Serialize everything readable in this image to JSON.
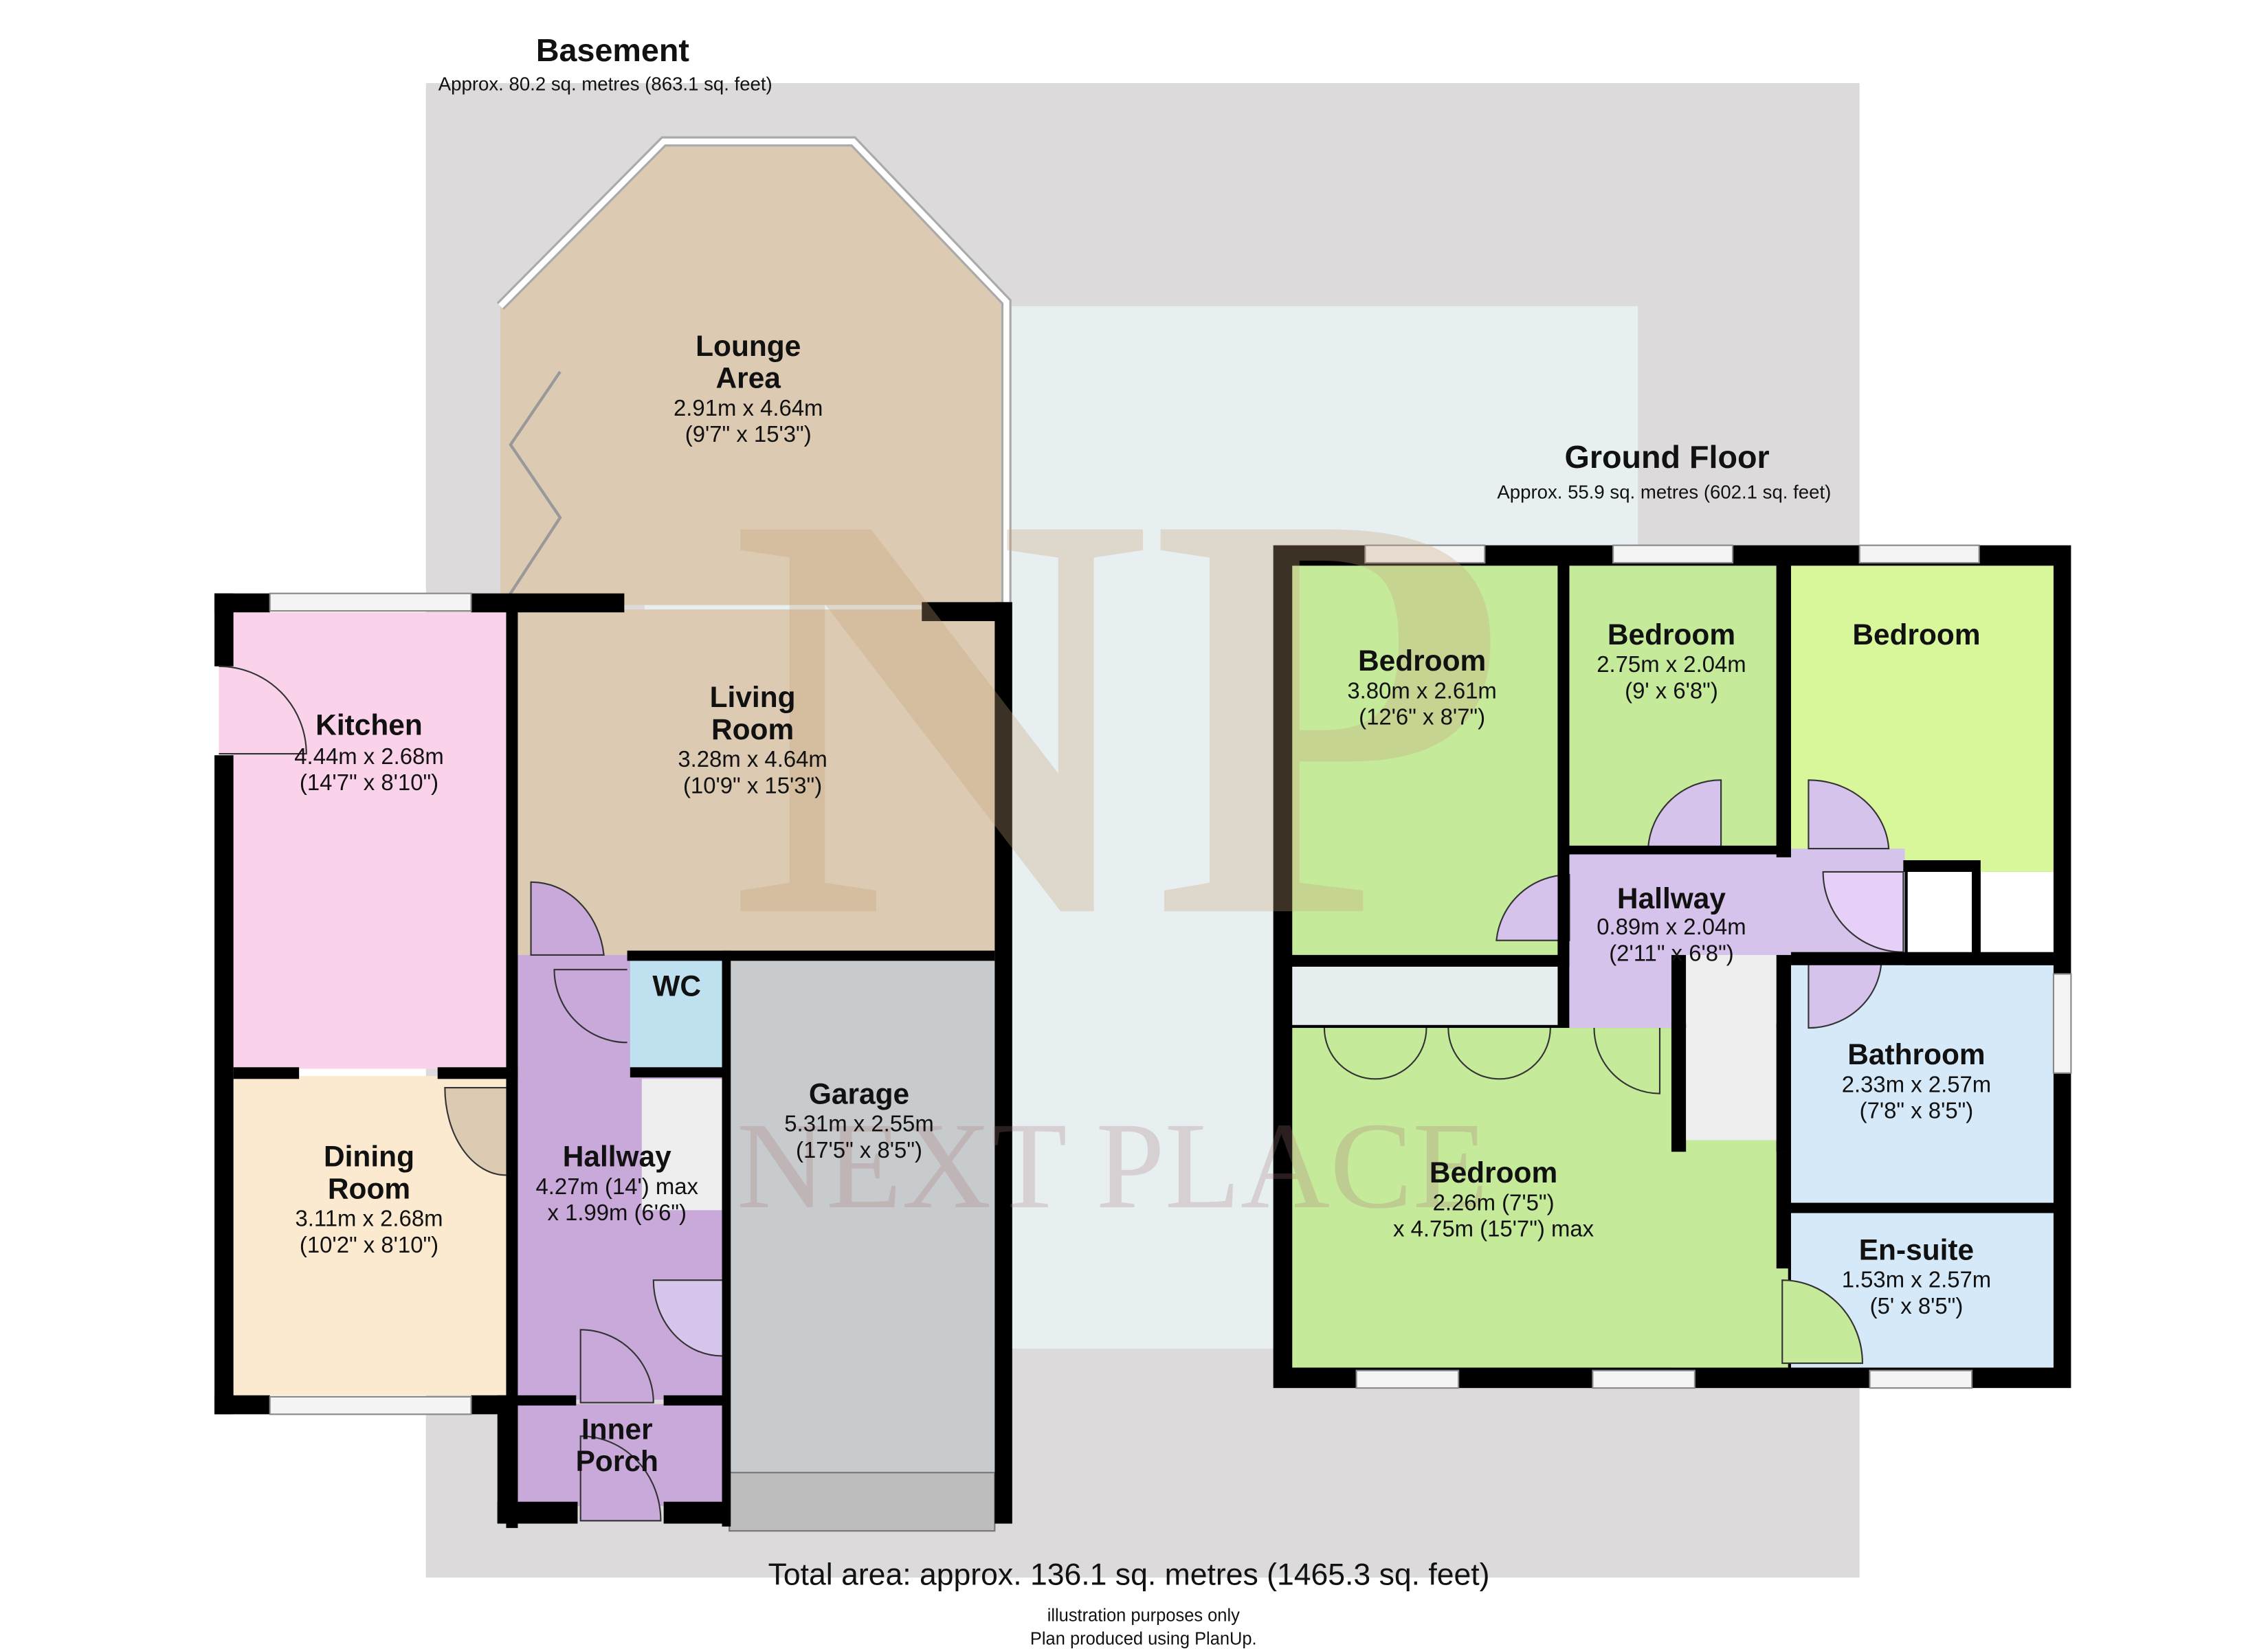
{
  "basement": {
    "title": "Basement",
    "area": "Approx. 80.2 sq. metres (863.1 sq. feet)",
    "rooms": {
      "lounge": {
        "name1": "Lounge",
        "name2": "Area",
        "dim1": "2.91m x 4.64m",
        "dim2": "(9'7\" x 15'3\")"
      },
      "living": {
        "name1": "Living",
        "name2": "Room",
        "dim1": "3.28m x 4.64m",
        "dim2": "(10'9\" x 15'3\")"
      },
      "kitchen": {
        "name1": "Kitchen",
        "dim1": "4.44m x 2.68m",
        "dim2": "(14'7\" x 8'10\")"
      },
      "dining": {
        "name1": "Dining",
        "name2": "Room",
        "dim1": "3.11m x 2.68m",
        "dim2": "(10'2\" x 8'10\")"
      },
      "hallway": {
        "name1": "Hallway",
        "dim1": "4.27m (14') max",
        "dim2": "x 1.99m (6'6\")"
      },
      "wc": {
        "name1": "WC"
      },
      "garage": {
        "name1": "Garage",
        "dim1": "5.31m x 2.55m",
        "dim2": "(17'5\" x 8'5\")"
      },
      "porch": {
        "name1": "Inner",
        "name2": "Porch"
      }
    }
  },
  "ground": {
    "title": "Ground Floor",
    "area": "Approx. 55.9 sq. metres (602.1 sq. feet)",
    "rooms": {
      "bed1": {
        "name1": "Bedroom",
        "dim1": "3.80m x 2.61m",
        "dim2": "(12'6\" x 8'7\")"
      },
      "bed2": {
        "name1": "Bedroom",
        "dim1": "2.75m x 2.04m",
        "dim2": "(9' x 6'8\")"
      },
      "bed3": {
        "name1": "Bedroom"
      },
      "hallway": {
        "name1": "Hallway",
        "dim1": "0.89m x 2.04m",
        "dim2": "(2'11\" x 6'8\")"
      },
      "bathroom": {
        "name1": "Bathroom",
        "dim1": "2.33m x 2.57m",
        "dim2": "(7'8\" x 8'5\")"
      },
      "bed4": {
        "name1": "Bedroom",
        "dim1": "2.26m (7'5\")",
        "dim2": "x 4.75m (15'7\") max"
      },
      "ensuite": {
        "name1": "En-suite",
        "dim1": "1.53m x 2.57m",
        "dim2": "(5' x 8'5\")"
      }
    }
  },
  "footer": {
    "total": "Total area: approx. 136.1 sq. metres (1465.3 sq. feet)",
    "note1": "illustration purposes only",
    "note2": "Plan produced using PlanUp."
  },
  "watermark": {
    "logo": "NP",
    "text": "NEXT PLACE"
  },
  "colors": {
    "lounge": "#dccbb2",
    "kitchen": "#fad3ea",
    "dining": "#fbeacf",
    "hall": "#c8a9d9",
    "wc": "#bfe0ee",
    "garage": "#c7cbcd",
    "bed": "#c5ea9a",
    "bed3": "#d8f79a",
    "ghall": "#d6c3ec",
    "bath": "#d6e9f8",
    "wall": "#000000"
  }
}
